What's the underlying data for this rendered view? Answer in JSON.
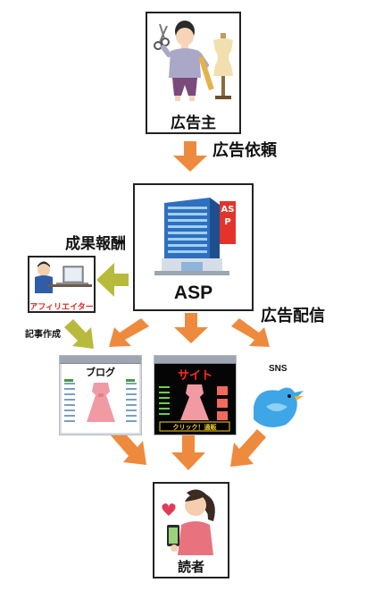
{
  "nodes": {
    "advertiser": "広告主",
    "asp": "ASP",
    "asp_sign": "ASP",
    "affiliator": "アフィリエイター",
    "blog": "ブログ",
    "site": "サイト",
    "site_banner": "クリック！通販",
    "sns": "SNS",
    "reader": "読者"
  },
  "edges": {
    "request": "広告依頼",
    "reward": "成果報酬",
    "distribution": "広告配信",
    "article": "記事作成"
  },
  "colors": {
    "flow_arrow": "#ee8a3d",
    "reward_arrow": "#b8ba3c",
    "box_border": "#222222",
    "dress": "#f19aa4",
    "building": "#2f6fbf",
    "bird": "#3ea6e6",
    "affiliator_label": "#e0261f",
    "site_title": "#ff2a1a",
    "site_banner": "#f7d21c"
  }
}
